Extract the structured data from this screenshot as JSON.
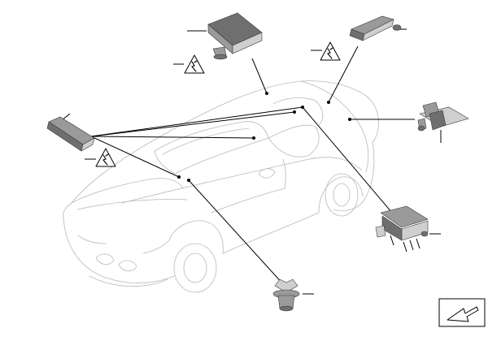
{
  "diagram": {
    "parts": [
      {
        "id": "control-unit",
        "icon": "control-unit-module"
      },
      {
        "id": "sensor-upper-right",
        "icon": "sensor-module"
      },
      {
        "id": "bracket-sensor",
        "icon": "bracket-sensor"
      },
      {
        "id": "sensor-left",
        "icon": "sensor-module"
      },
      {
        "id": "sensor-holder",
        "icon": "sensor-holder"
      },
      {
        "id": "expanding-rivet",
        "icon": "expanding-rivet"
      }
    ],
    "warnings": [
      {
        "id": "warning-control-unit",
        "icon": "electrostatic-warning-icon"
      },
      {
        "id": "warning-upper-right",
        "icon": "electrostatic-warning-icon"
      },
      {
        "id": "warning-left",
        "icon": "electrostatic-warning-icon"
      }
    ],
    "navigation": {
      "icon": "next-page-arrow-icon"
    }
  }
}
